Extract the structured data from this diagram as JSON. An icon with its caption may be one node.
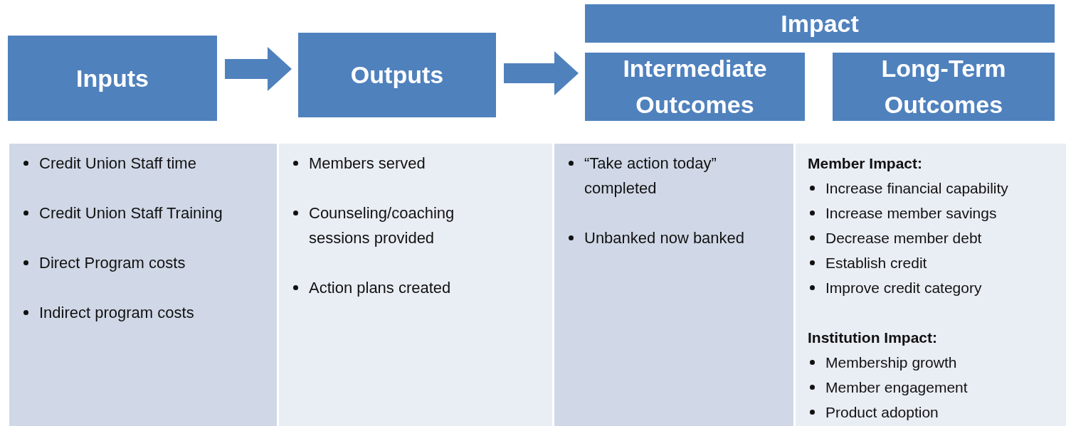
{
  "diagram": {
    "nodes": [
      {
        "text": [
          "Impact"
        ]
      },
      {
        "text": [
          "Inputs"
        ]
      },
      {
        "text": [
          "Outputs"
        ]
      },
      {
        "text": [
          "Intermediate Outcomes"
        ]
      },
      {
        "text": [
          "Long-Term Outcomes"
        ]
      },
      {
        "text": [
          "Credit Union Staff time",
          "Credit Union Staff Training",
          "Direct Program costs",
          "Indirect program costs"
        ]
      },
      {
        "text": [
          "Members served",
          "Counseling/coaching sessions provided",
          "Action plans created"
        ]
      },
      {
        "text": [
          "“Take action today” completed",
          "Unbanked now banked"
        ]
      },
      {
        "text": [
          "Member Impact:",
          "Increase financial capability",
          "Increase member savings",
          "Decrease member debt",
          "Establish credit",
          "Improve credit category",
          "Institution Impact:",
          "Membership growth",
          "Member engagement",
          "Product adoption"
        ]
      }
    ],
    "edges": [
      {
        "from": 1,
        "to": 2,
        "arrow": "to"
      },
      {
        "from": 2,
        "to": 3,
        "arrow": "to"
      }
    ]
  }
}
